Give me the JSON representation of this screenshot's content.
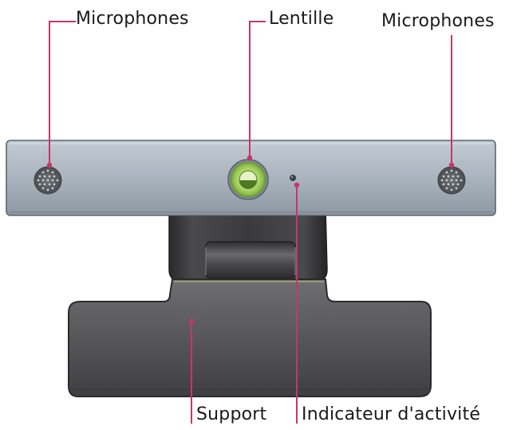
{
  "labels": {
    "microphones_left": "Microphones",
    "lens": "Lentille",
    "microphones_right": "Microphones",
    "support": "Support",
    "activity_indicator": "Indicateur d'activité"
  },
  "colors": {
    "leader_line": "#c8356a",
    "camera_body": "#a9b3bd",
    "stand": "#58585a",
    "lens_ring": "#9bd14a"
  }
}
